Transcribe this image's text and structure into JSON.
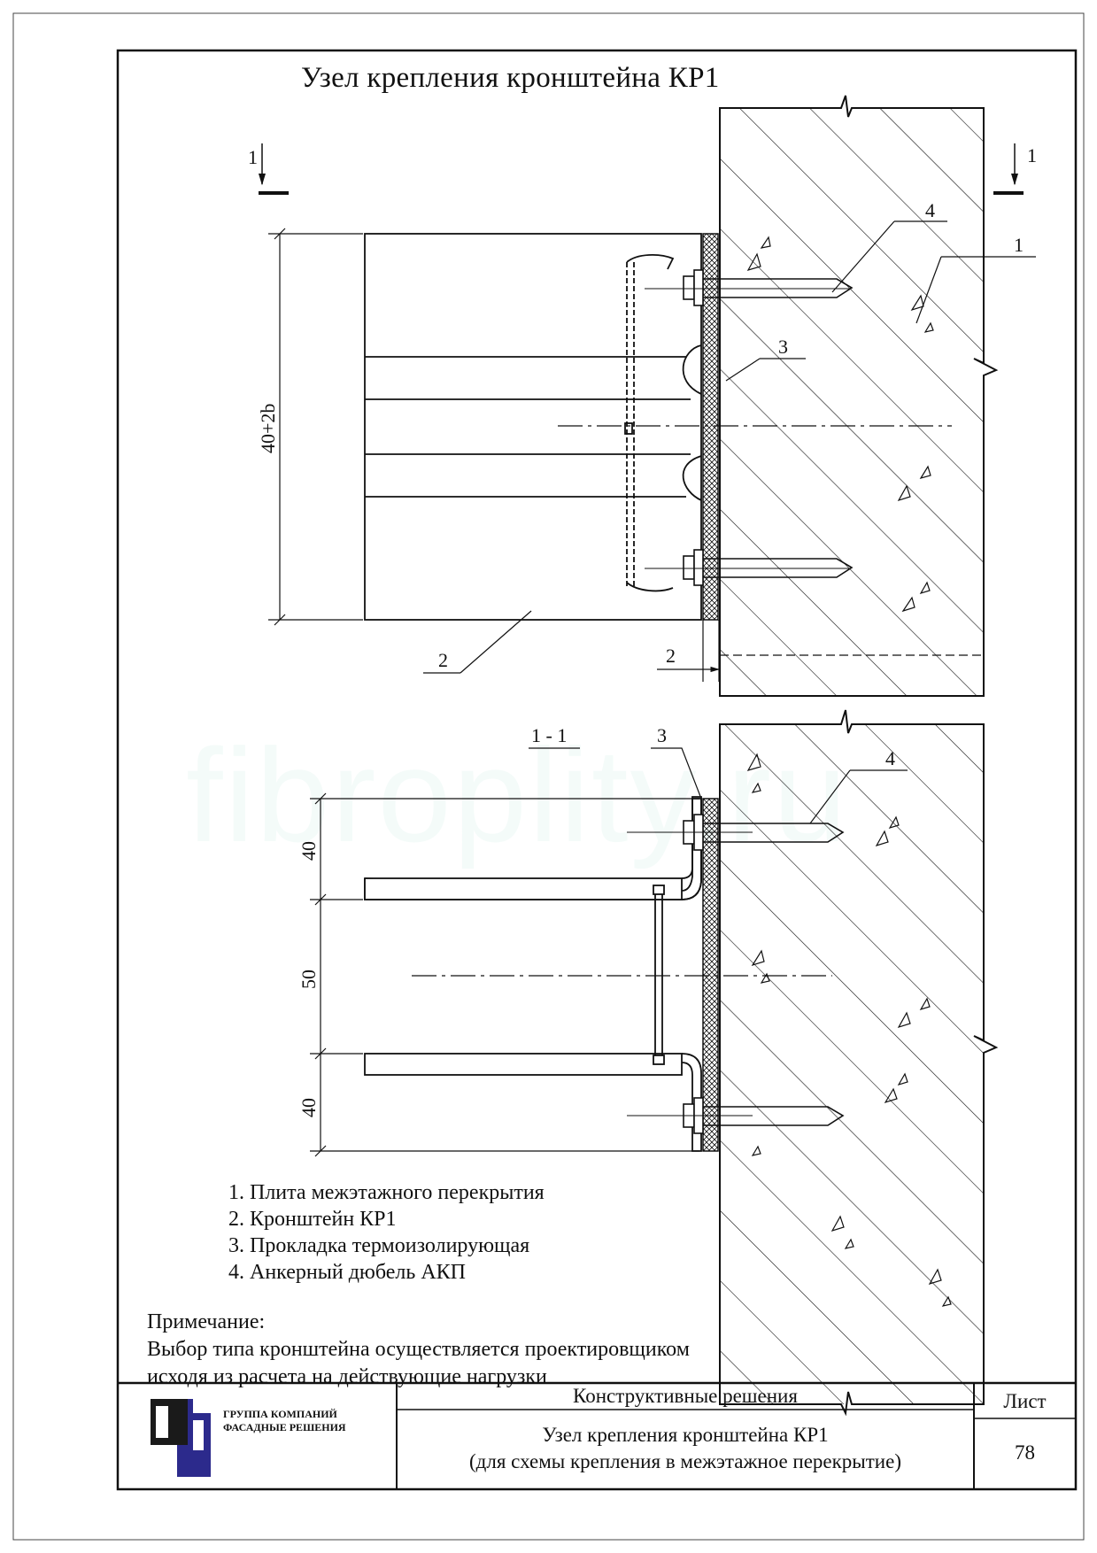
{
  "title": "Узел крепления кронштейна КР1",
  "watermark": "fibroplity.ru",
  "section_marks": {
    "left": "1",
    "right": "1",
    "section_label": "1 - 1"
  },
  "callouts": {
    "c1": "1",
    "c2": "2",
    "c3": "3",
    "c4": "4",
    "c3b": "3",
    "c4b": "4",
    "gap": "2"
  },
  "dimensions": {
    "height_top": "40+2b",
    "d1": "40",
    "d2": "50",
    "d3": "40"
  },
  "legend": [
    "1. Плита межэтажного перекрытия",
    "2. Кронштейн КР1",
    "3. Прокладка термоизолирующая",
    "4. Анкерный дюбель АКП"
  ],
  "note": {
    "heading": "Примечание:",
    "lines": [
      "Выбор типа кронштейна осуществляется проектировщиком",
      "исходя из расчета на действующие нагрузки"
    ]
  },
  "stamp": {
    "section": "Конструктивные решения",
    "sheet_label": "Лист",
    "title_line1": "Узел крепления кронштейна КР1",
    "title_line2": "(для схемы крепления в межэтажное перекрытие)",
    "sheet_number": "78",
    "company_line1": "ГРУППА КОМПАНИЙ",
    "company_line2": "ФАСАДНЫЕ РЕШЕНИЯ"
  },
  "colors": {
    "line": "#111111",
    "logo_dark": "#1a1a1a",
    "logo_blue": "#2c2a8c"
  }
}
